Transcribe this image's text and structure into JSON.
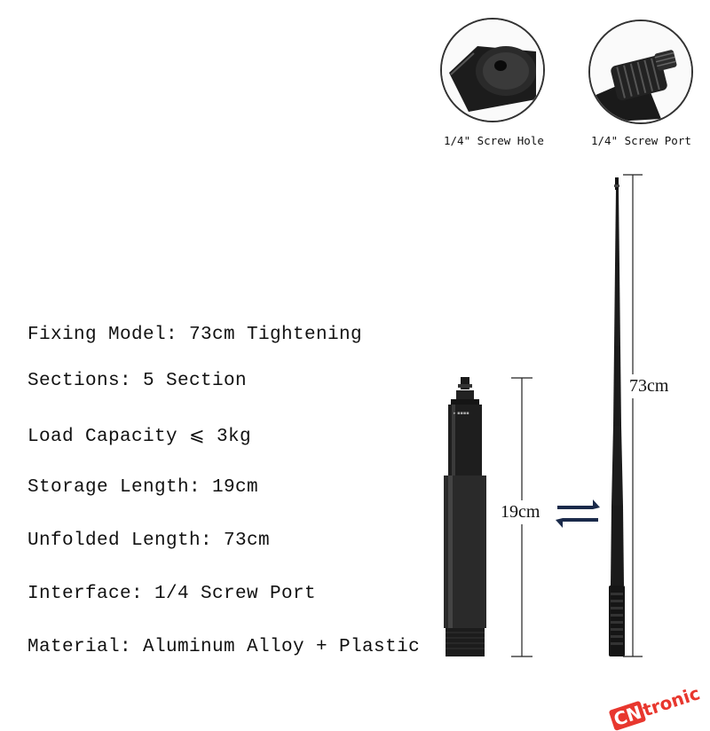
{
  "details": [
    {
      "caption": "1/4\" Screw Hole",
      "icon": "screw-hole-closeup"
    },
    {
      "caption": "1/4\" Screw Port",
      "icon": "screw-port-closeup"
    }
  ],
  "specs": [
    "Fixing Model: 73cm Tightening",
    "Sections: 5 Section",
    "Load Capacity ⩽ 3kg",
    "Storage Length: 19cm",
    "Unfolded Length: 73cm",
    "Interface: 1/4 Screw Port",
    "Material: Aluminum Alloy + Plastic"
  ],
  "dimensions": {
    "storage": "19cm",
    "unfolded": "73cm"
  },
  "watermark": {
    "prefix": "CN",
    "rest": "tronic"
  },
  "colors": {
    "pole": "#1a1a1a",
    "accent": "#e8372e"
  }
}
